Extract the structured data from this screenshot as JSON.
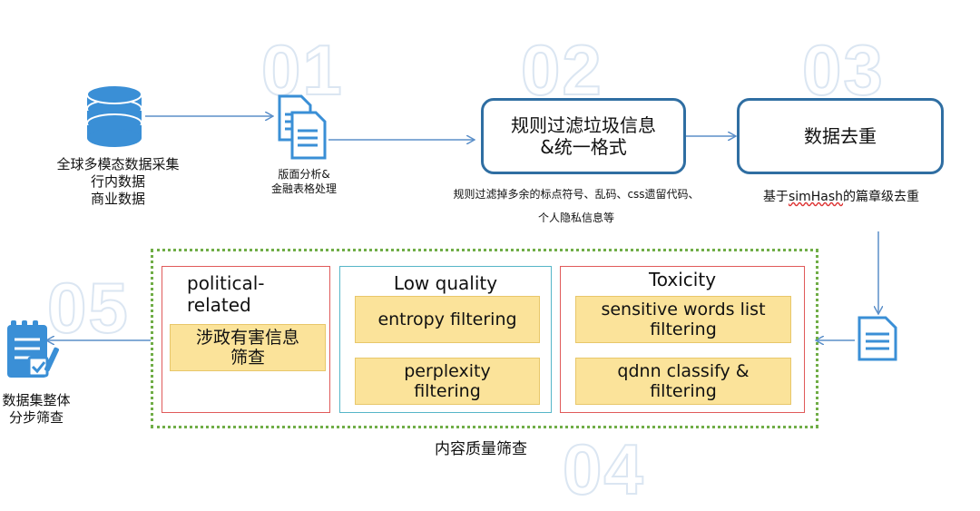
{
  "step_numbers": {
    "s01": "01",
    "s02": "02",
    "s03": "03",
    "s04": "04",
    "s05": "05"
  },
  "source": {
    "line1": "全球多模态数据采集",
    "line2": "行内数据",
    "line3": "商业数据"
  },
  "layout_step": {
    "line1": "版面分析&",
    "line2": "金融表格处理"
  },
  "rule_filter": {
    "box_line1": "规则过滤垃圾信息",
    "box_line2": "&统一格式",
    "desc_line1": "规则过滤掉多余的标点符号、乱码、css遗留代码、",
    "desc_line2": "个人隐私信息等"
  },
  "dedup": {
    "box": "数据去重",
    "desc_prefix": "基于",
    "desc_term": "simHash",
    "desc_suffix": "的篇章级去重"
  },
  "content_filter": {
    "caption": "内容质量筛查",
    "political": {
      "title_line1": "political-",
      "title_line2": "related",
      "item_line1": "涉政有害信息",
      "item_line2": "筛查"
    },
    "low_quality": {
      "title": "Low quality",
      "item1": "entropy filtering",
      "item2_line1": "perplexity",
      "item2_line2": "filtering"
    },
    "toxicity": {
      "title": "Toxicity",
      "item1_line1": "sensitive words list",
      "item1_line2": "filtering",
      "item2_line1": "qdnn classify &",
      "item2_line2": "filtering"
    }
  },
  "final": {
    "line1": "数据集整体",
    "line2": "分步筛查"
  },
  "colors": {
    "accent_blue": "#2f6ea2",
    "icon_blue": "#3a8fd6",
    "arrow_blue": "#5b8fc9",
    "dotted_green": "#70ad47",
    "red_border": "#e05a5a",
    "teal_border": "#56b6c8",
    "yellow_fill": "#fbe39a"
  }
}
